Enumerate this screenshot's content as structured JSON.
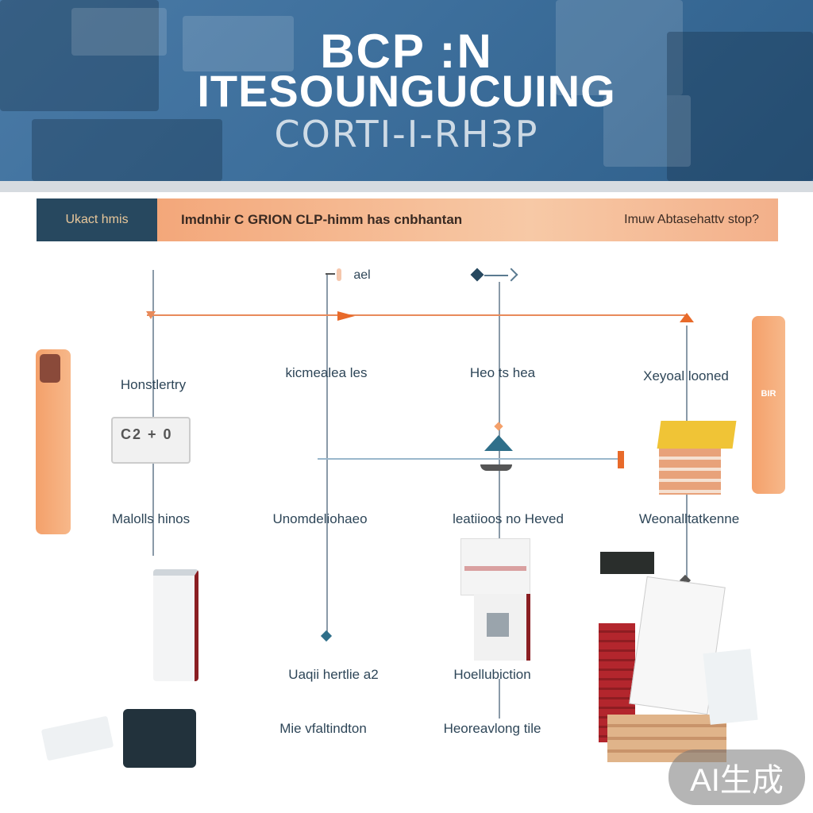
{
  "hero": {
    "title_line1": "BCP  :N",
    "title_line2": "ITESOUNGUCUING",
    "title_line3": "CORTI-I-RH3P"
  },
  "header": {
    "left_label": "Ukact hmis",
    "center_label": "Imdnhir C GRION CLP-himm has cnbhantan",
    "right_label": "Imuw Abtasehattv stop?"
  },
  "top_markers": {
    "col2_label": "ael"
  },
  "columns": [
    {
      "label1": "Honstlertry",
      "label2": "Malolls hinos",
      "device_text": "C2 + 0"
    },
    {
      "label1": "kicmealea les",
      "label2": "Unomdeliohaeo",
      "label3": "Uaqii hertlie a2",
      "label4": "Mie vfaltindton"
    },
    {
      "label1": "Heo  ts hea",
      "label2": "leatiioos no Heved",
      "label3": "Hoellubiction",
      "label4": "Heoreavlong tile"
    },
    {
      "label1": "Xeyoal looned",
      "label2": "Weonalltatkenne"
    }
  ],
  "right_bar_badge": "BIR",
  "watermark": "AI生成",
  "colors": {
    "hero_blue": "#3d6f9c",
    "header_dark": "#27485f",
    "accent_orange": "#f4a06a",
    "line_gray": "#8a9aa8",
    "arrow_orange": "#e88a5a"
  }
}
